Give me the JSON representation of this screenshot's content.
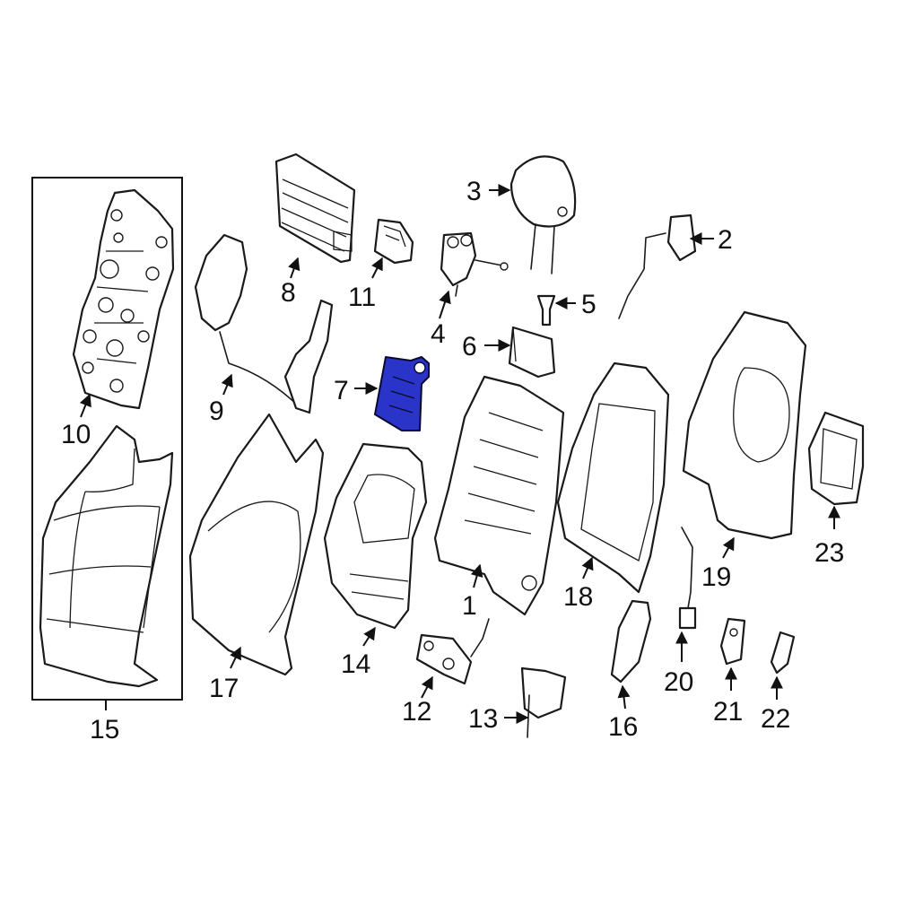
{
  "highlight_color": "#2a34c8",
  "highlighted_part": "7",
  "callouts": [
    "1",
    "2",
    "3",
    "4",
    "5",
    "6",
    "7",
    "8",
    "9",
    "10",
    "11",
    "12",
    "13",
    "14",
    "15",
    "16",
    "17",
    "18",
    "19",
    "20",
    "21",
    "22",
    "23"
  ]
}
